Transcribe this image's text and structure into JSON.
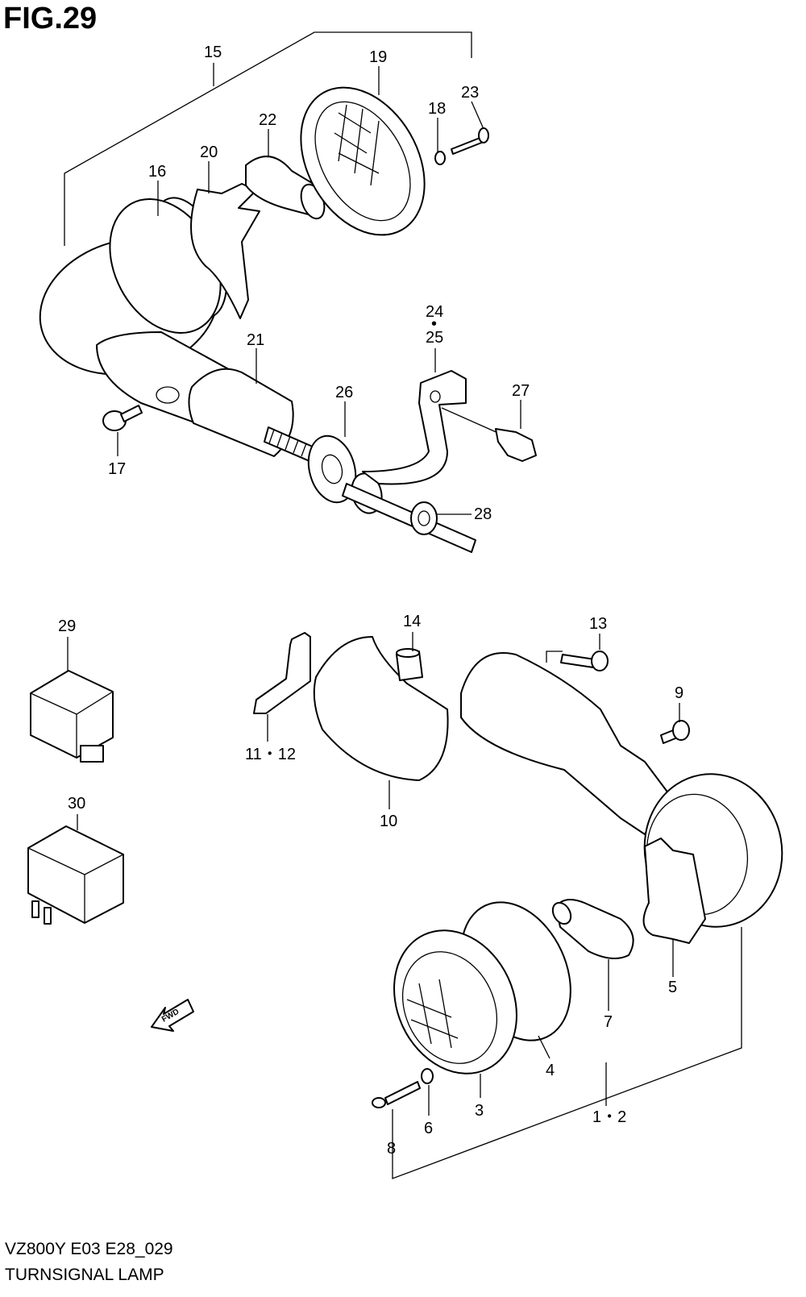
{
  "figure": {
    "title": "FIG.29",
    "code": "VZ800Y E03 E28_029",
    "name": "TURNSIGNAL LAMP",
    "fwd_label": "FWD"
  },
  "callouts": [
    {
      "id": "15",
      "text": "15"
    },
    {
      "id": "19",
      "text": "19"
    },
    {
      "id": "23",
      "text": "23"
    },
    {
      "id": "18",
      "text": "18"
    },
    {
      "id": "22",
      "text": "22"
    },
    {
      "id": "20",
      "text": "20"
    },
    {
      "id": "16",
      "text": "16"
    },
    {
      "id": "24",
      "text": "24"
    },
    {
      "id": "24-25-dot",
      "text": "•"
    },
    {
      "id": "25",
      "text": "25"
    },
    {
      "id": "21",
      "text": "21"
    },
    {
      "id": "26",
      "text": "26"
    },
    {
      "id": "27",
      "text": "27"
    },
    {
      "id": "17",
      "text": "17"
    },
    {
      "id": "28",
      "text": "28"
    },
    {
      "id": "29",
      "text": "29"
    },
    {
      "id": "14",
      "text": "14"
    },
    {
      "id": "13",
      "text": "13"
    },
    {
      "id": "9",
      "text": "9"
    },
    {
      "id": "11-12",
      "text": "11・12"
    },
    {
      "id": "10",
      "text": "10"
    },
    {
      "id": "30",
      "text": "30"
    },
    {
      "id": "5",
      "text": "5"
    },
    {
      "id": "7",
      "text": "7"
    },
    {
      "id": "4",
      "text": "4"
    },
    {
      "id": "3",
      "text": "3"
    },
    {
      "id": "1-2",
      "text": "1・2"
    },
    {
      "id": "6",
      "text": "6"
    },
    {
      "id": "8",
      "text": "8"
    }
  ]
}
